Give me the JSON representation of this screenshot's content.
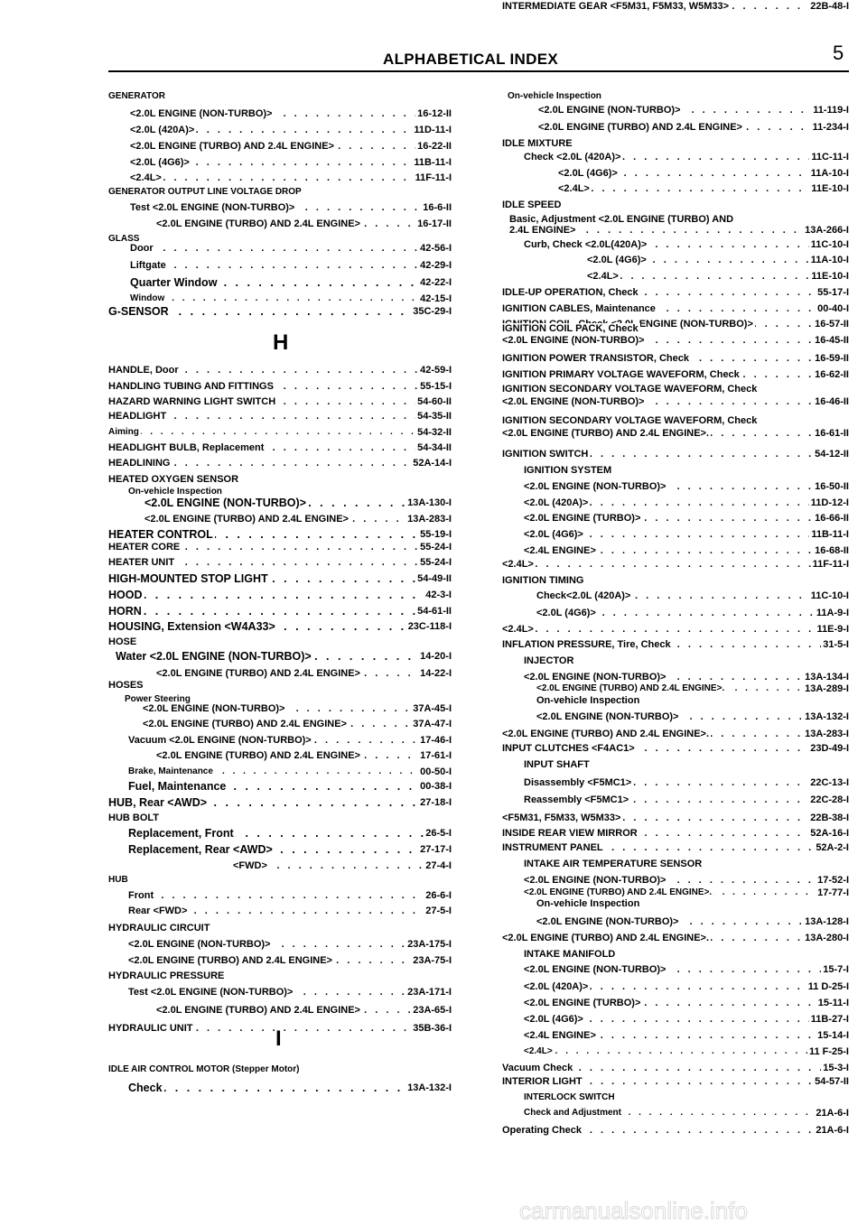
{
  "header": {
    "title": "ALPHABETICAL INDEX",
    "page_number": "5"
  },
  "letters": [
    "H",
    "I"
  ],
  "left_column": [
    {
      "text": "GENERATOR",
      "page": ""
    },
    {
      "text": "<2.0L ENGINE (NON-TURBO)>",
      "page": "16-12-II"
    },
    {
      "text": "<2.0L (420A)>",
      "page": "11D-11-I"
    },
    {
      "text": "<2.0L ENGINE (TURBO) AND 2.4L ENGINE>",
      "page": "16-22-II"
    },
    {
      "text": "<2.0L (4G6)>",
      "page": "11B-11-I"
    },
    {
      "text": "<2.4L>",
      "page": "11F-11-I"
    },
    {
      "text": "GENERATOR OUTPUT LINE VOLTAGE DROP",
      "page": ""
    },
    {
      "text": "Test <2.0L ENGINE (NON-TURBO)>",
      "page": "16-6-II"
    },
    {
      "text": "<2.0L ENGINE (TURBO) AND 2.4L ENGINE>",
      "page": "16-17-II"
    },
    {
      "text": "GLASS",
      "page": ""
    },
    {
      "text": "Door",
      "page": "42-56-I"
    },
    {
      "text": "Liftgate",
      "page": "42-29-I"
    },
    {
      "text": "Quarter Window",
      "page": "42-22-I"
    },
    {
      "text": "Window",
      "page": "42-15-I"
    },
    {
      "text": "G-SENSOR",
      "page": "35C-29-I"
    },
    {
      "text": "HANDLE, Door",
      "page": "42-59-I"
    },
    {
      "text": "HANDLING TUBING AND FITTINGS",
      "page": "55-15-I"
    },
    {
      "text": "HAZARD WARNING LIGHT SWITCH",
      "page": "54-60-II"
    },
    {
      "text": "HEADLIGHT",
      "page": "54-35-II"
    },
    {
      "text": "Aiming",
      "page": "54-32-II"
    },
    {
      "text": "HEADLIGHT BULB, Replacement",
      "page": "54-34-II"
    },
    {
      "text": "HEADLINING",
      "page": "52A-14-I"
    },
    {
      "text": "HEATED OXYGEN SENSOR",
      "page": ""
    },
    {
      "text": "On-vehicle Inspection",
      "page": ""
    },
    {
      "text": "<2.0L ENGINE (NON-TURBO)>",
      "page": "13A-130-I"
    },
    {
      "text": "<2.0L ENGINE (TURBO) AND 2.4L ENGINE>",
      "page": "13A-283-I"
    },
    {
      "text": "HEATER CONTROL",
      "page": "55-19-I"
    },
    {
      "text": "HEATER CORE",
      "page": "55-24-I"
    },
    {
      "text": "HEATER UNIT",
      "page": "55-24-I"
    },
    {
      "text": "HIGH-MOUNTED STOP LIGHT",
      "page": "54-49-II"
    },
    {
      "text": "HOOD",
      "page": "42-3-I"
    },
    {
      "text": "HORN",
      "page": "54-61-II"
    },
    {
      "text": "HOUSING, Extension <W4A33>",
      "page": "23C-118-I"
    },
    {
      "text": "HOSE",
      "page": ""
    },
    {
      "text": "Water <2.0L ENGINE (NON-TURBO)>",
      "page": "14-20-I"
    },
    {
      "text": "<2.0L ENGINE (TURBO) AND 2.4L ENGINE>",
      "page": "14-22-I"
    },
    {
      "text": "HOSES",
      "page": ""
    },
    {
      "text": "Power Steering",
      "page": ""
    },
    {
      "text": "<2.0L ENGINE (NON-TURBO)>",
      "page": "37A-45-I"
    },
    {
      "text": "<2.0L ENGINE (TURBO) AND 2.4L ENGINE>",
      "page": "37A-47-I"
    },
    {
      "text": "Vacuum <2.0L ENGINE (NON-TURBO)>",
      "page": "17-46-I"
    },
    {
      "text": "<2.0L ENGINE (TURBO) AND 2.4L ENGINE>",
      "page": "17-61-I"
    },
    {
      "text": "Brake, Maintenance",
      "page": "00-50-I"
    },
    {
      "text": "Fuel, Maintenance",
      "page": "00-38-I"
    },
    {
      "text": "HUB, Rear <AWD>",
      "page": "27-18-I"
    },
    {
      "text": "HUB BOLT",
      "page": ""
    },
    {
      "text": "Replacement, Front",
      "page": "26-5-I"
    },
    {
      "text": "Replacement, Rear <AWD>",
      "page": "27-17-I"
    },
    {
      "text": "<FWD>",
      "page": "27-4-I"
    },
    {
      "text": "HUB",
      "page": ""
    },
    {
      "text": "Front",
      "page": "26-6-I"
    },
    {
      "text": "Rear <FWD>",
      "page": "27-5-I"
    },
    {
      "text": "HYDRAULIC CIRCUIT",
      "page": ""
    },
    {
      "text": "<2.0L ENGINE (NON-TURBO)>",
      "page": "23A-175-I"
    },
    {
      "text": "<2.0L ENGINE (TURBO) AND 2.4L ENGINE>",
      "page": "23A-75-I"
    },
    {
      "text": "HYDRAULIC PRESSURE",
      "page": ""
    },
    {
      "text": "Test <2.0L ENGINE (NON-TURBO)>",
      "page": "23A-171-I"
    },
    {
      "text": "<2.0L ENGINE (TURBO) AND 2.4L ENGINE>",
      "page": "23A-65-I"
    },
    {
      "text": "HYDRAULIC UNIT",
      "page": "35B-36-I"
    },
    {
      "text": "IDLE AIR CONTROL MOTOR (Stepper Motor)",
      "page": ""
    },
    {
      "text": "Check",
      "page": "13A-132-I"
    }
  ],
  "right_column": [
    {
      "text": "On-vehicle Inspection",
      "page": ""
    },
    {
      "text": "<2.0L ENGINE (NON-TURBO)>",
      "page": "11-119-I"
    },
    {
      "text": "<2.0L ENGINE (TURBO) AND 2.4L ENGINE>",
      "page": "11-234-I"
    },
    {
      "text": "IDLE MIXTURE",
      "page": ""
    },
    {
      "text": "Check <2.0L (420A)>",
      "page": "11C-11-I"
    },
    {
      "text": "<2.0L (4G6)>",
      "page": "11A-10-I"
    },
    {
      "text": "<2.4L>",
      "page": "11E-10-I"
    },
    {
      "text": "IDLE SPEED",
      "page": ""
    },
    {
      "text": "Basic, Adjustment <2.0L ENGINE (TURBO) AND",
      "page": ""
    },
    {
      "text": "2.4L ENGINE>",
      "page": "13A-266-I"
    },
    {
      "text": "Curb, Check <2.0L(420A)>",
      "page": "11C-10-I"
    },
    {
      "text": "<2.0L (4G6)>",
      "page": "11A-10-I"
    },
    {
      "text": "<2.4L>",
      "page": "11E-10-I"
    },
    {
      "text": "IDLE-UP OPERATION, Check",
      "page": "55-17-I"
    },
    {
      "text": "IGNITION CABLES, Maintenance",
      "page": "00-40-I"
    },
    {
      "text": "IGNITION COIL. Check <2.0L ENGINE (NON-TURBO)>",
      "page": "16-57-II"
    },
    {
      "text": "IGNITION COIL PACK, Check",
      "page": ""
    },
    {
      "text": "<2.0L ENGINE (NON-TURBO)>",
      "page": "16-45-II"
    },
    {
      "text": "IGNITION POWER TRANSISTOR, Check",
      "page": "16-59-II"
    },
    {
      "text": "IGNITION PRIMARY VOLTAGE WAVEFORM, Check",
      "page": "16-62-II"
    },
    {
      "text": "IGNITION SECONDARY VOLTAGE WAVEFORM, Check",
      "page": ""
    },
    {
      "text": "<2.0L ENGINE (NON-TURBO)>",
      "page": "16-46-II"
    },
    {
      "text": "IGNITION SECONDARY VOLTAGE WAVEFORM, Check",
      "page": ""
    },
    {
      "text": "<2.0L ENGINE (TURBO) AND 2.4L ENGINE>.",
      "page": "16-61-II"
    },
    {
      "text": "IGNITION SWITCH",
      "page": "54-12-II"
    },
    {
      "text": "IGNITION SYSTEM",
      "page": ""
    },
    {
      "text": "<2.0L ENGINE (NON-TURBO)>",
      "page": "16-50-II"
    },
    {
      "text": "<2.0L (420A)>",
      "page": "11D-12-I"
    },
    {
      "text": "<2.0L ENGINE (TURBO)>",
      "page": "16-66-II"
    },
    {
      "text": "<2.0L (4G6)>",
      "page": "11B-11-I"
    },
    {
      "text": "<2.4L ENGINE>",
      "page": "16-68-II"
    },
    {
      "text": "<2.4L>",
      "page": "11F-11-I"
    },
    {
      "text": "IGNITION TIMING",
      "page": ""
    },
    {
      "text": "Check<2.0L (420A)>",
      "page": "11C-10-I"
    },
    {
      "text": "<2.0L (4G6)>",
      "page": "11A-9-I"
    },
    {
      "text": "<2.4L>",
      "page": "11E-9-I"
    },
    {
      "text": "INFLATION PRESSURE, Tire, Check",
      "page": "31-5-I"
    },
    {
      "text": "INJECTOR",
      "page": ""
    },
    {
      "text": "<2.0L ENGINE (NON-TURBO)>",
      "page": "13A-134-I"
    },
    {
      "text": "<2.0L ENGINE (TURBO) AND 2.4L ENGINE>.",
      "page": "13A-289-I"
    },
    {
      "text": "On-vehicle Inspection",
      "page": ""
    },
    {
      "text": "<2.0L ENGINE (NON-TURBO)>",
      "page": "13A-132-I"
    },
    {
      "text": "<2.0L ENGINE (TURBO) AND 2.4L ENGINE>.",
      "page": "13A-283-I"
    },
    {
      "text": "INPUT CLUTCHES <F4AC1>",
      "page": "23D-49-I"
    },
    {
      "text": "INPUT SHAFT",
      "page": ""
    },
    {
      "text": "Disassembly <F5MC1>",
      "page": "22C-13-I"
    },
    {
      "text": "Reassembly <F5MC1>",
      "page": "22C-28-I"
    },
    {
      "text": "<F5M31, F5M33, W5M33>",
      "page": "22B-38-I"
    },
    {
      "text": "INSIDE REAR VIEW MIRROR",
      "page": "52A-16-I"
    },
    {
      "text": "INSTRUMENT PANEL",
      "page": "52A-2-I"
    },
    {
      "text": "INTAKE AIR TEMPERATURE SENSOR",
      "page": ""
    },
    {
      "text": "<2.0L ENGINE (NON-TURBO)>",
      "page": "17-52-I"
    },
    {
      "text": "<2.0L ENGINE (TURBO) AND 2.4L ENGINE>.",
      "page": "17-77-I"
    },
    {
      "text": "On-vehicle Inspection",
      "page": ""
    },
    {
      "text": "<2.0L ENGINE (NON-TURBO)>",
      "page": "13A-128-I"
    },
    {
      "text": "<2.0L ENGINE (TURBO) AND 2.4L ENGINE>.",
      "page": "13A-280-I"
    },
    {
      "text": "INTAKE MANIFOLD",
      "page": ""
    },
    {
      "text": "<2.0L ENGINE (NON-TURBO)>",
      "page": "15-7-I"
    },
    {
      "text": "<2.0L (420A)>",
      "page": "11 D-25-I"
    },
    {
      "text": "<2.0L ENGINE (TURBO)>",
      "page": "15-11-I"
    },
    {
      "text": "<2.0L (4G6)>",
      "page": "11B-27-I"
    },
    {
      "text": "<2.4L ENGINE>",
      "page": "15-14-I"
    },
    {
      "text": "<2.4L>",
      "page": "11 F-25-I"
    },
    {
      "text": "Vacuum Check",
      "page": "15-3-I"
    },
    {
      "text": "INTERIOR LIGHT",
      "page": "54-57-II"
    },
    {
      "text": "INTERLOCK SWITCH",
      "page": ""
    },
    {
      "text": "Check and Adjustment",
      "page": "21A-6-I"
    },
    {
      "text": "Operating Check",
      "page": "21A-6-I"
    },
    {
      "text": "INTERMEDIATE GEAR <F5M31, F5M33, W5M33>",
      "page": "22B-48-I"
    }
  ],
  "footer": {
    "watermark": "carmanualsonline.info"
  }
}
